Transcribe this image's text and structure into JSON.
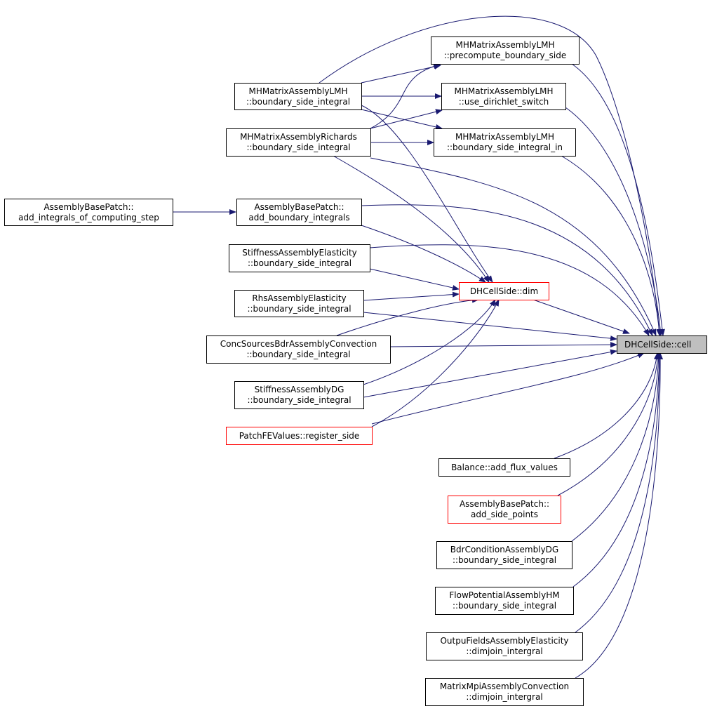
{
  "graph": {
    "type": "caller-graph",
    "edge_color": "#191970",
    "focus_fill": "#bfbfbf",
    "incomplete_border": "#ff0000",
    "nodes": {
      "cell": {
        "l1": "DHCellSide::cell"
      },
      "dim": {
        "l1": "DHCellSide::dim"
      },
      "lmh_bsi": {
        "l1": "MHMatrixAssemblyLMH",
        "l2": "::boundary_side_integral"
      },
      "rich_bsi": {
        "l1": "MHMatrixAssemblyRichards",
        "l2": "::boundary_side_integral"
      },
      "precompute": {
        "l1": "MHMatrixAssemblyLMH",
        "l2": "::precompute_boundary_side"
      },
      "dirichlet": {
        "l1": "MHMatrixAssemblyLMH",
        "l2": "::use_dirichlet_switch"
      },
      "bsi_in": {
        "l1": "MHMatrixAssemblyLMH",
        "l2": "::boundary_side_integral_in"
      },
      "add_integrals": {
        "l1": "AssemblyBasePatch::",
        "l2": "add_integrals_of_computing_step"
      },
      "add_boundary": {
        "l1": "AssemblyBasePatch::",
        "l2": "add_boundary_integrals"
      },
      "stiff_elast": {
        "l1": "StiffnessAssemblyElasticity",
        "l2": "::boundary_side_integral"
      },
      "rhs_elast": {
        "l1": "RhsAssemblyElasticity",
        "l2": "::boundary_side_integral"
      },
      "conc": {
        "l1": "ConcSourcesBdrAssemblyConvection",
        "l2": "::boundary_side_integral"
      },
      "stiff_dg": {
        "l1": "StiffnessAssemblyDG",
        "l2": "::boundary_side_integral"
      },
      "register_side": {
        "l1": "PatchFEValues::register_side"
      },
      "balance": {
        "l1": "Balance::add_flux_values"
      },
      "side_points": {
        "l1": "AssemblyBasePatch::",
        "l2": "add_side_points"
      },
      "bdr_dg": {
        "l1": "BdrConditionAssemblyDG",
        "l2": "::boundary_side_integral"
      },
      "flow_pot": {
        "l1": "FlowPotentialAssemblyHM",
        "l2": "::boundary_side_integral"
      },
      "outpu": {
        "l1": "OutpuFieldsAssemblyElasticity",
        "l2": "::dimjoin_intergral"
      },
      "mpi": {
        "l1": "MatrixMpiAssemblyConvection",
        "l2": "::dimjoin_intergral"
      }
    }
  }
}
